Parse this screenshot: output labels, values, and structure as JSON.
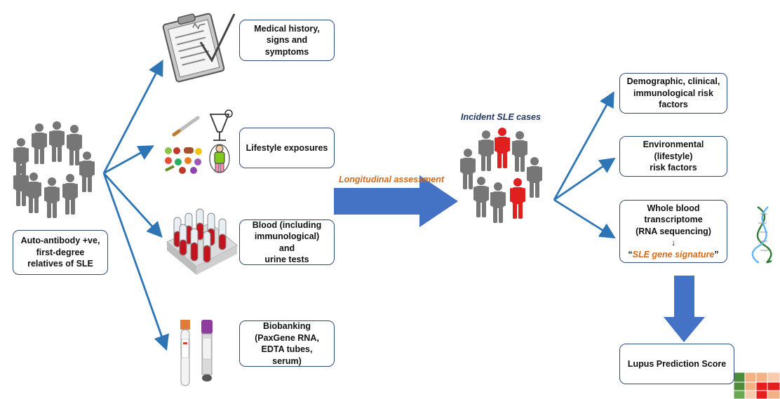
{
  "colors": {
    "arrow_blue": "#2e75b6",
    "block_arrow": "#4472c4",
    "box_border": "#2f4a7a",
    "person_grey": "#767676",
    "case_red": "#e0201f",
    "orange_text": "#d46a17",
    "navy_text": "#1f3864"
  },
  "source": {
    "lines": [
      "Auto-antibody +ve,",
      "first-degree",
      "relatives of SLE"
    ]
  },
  "assessments": [
    {
      "lines": [
        "Medical history,",
        "signs and symptoms"
      ],
      "icon": "clipboard-icon"
    },
    {
      "lines": [
        "Lifestyle exposures"
      ],
      "icon": "lifestyle-icon"
    },
    {
      "lines": [
        "Blood (including",
        "immunological) and",
        "urine tests"
      ],
      "icon": "test-tubes-icon"
    },
    {
      "lines": [
        "Biobanking",
        "(PaxGene RNA,",
        "EDTA tubes, serum)"
      ],
      "icon": "collection-tubes-icon"
    }
  ],
  "transition_label": "Longitudinal assessment",
  "incident_label": "Incident SLE cases",
  "outcomes": [
    {
      "lines": [
        "Demographic, clinical,",
        "immunological risk factors"
      ]
    },
    {
      "lines": [
        "Environmental (lifestyle)",
        "risk factors"
      ]
    },
    {
      "lines": [
        "Whole blood transcriptome",
        "(RNA sequencing)",
        "↓"
      ],
      "signature_open": "“",
      "signature": "SLE gene signature",
      "signature_close": "”",
      "icon": "dna-helix-icon"
    }
  ],
  "final": {
    "lines": [
      "Lupus Prediction Score"
    ],
    "icon": "heatmap-icon"
  }
}
